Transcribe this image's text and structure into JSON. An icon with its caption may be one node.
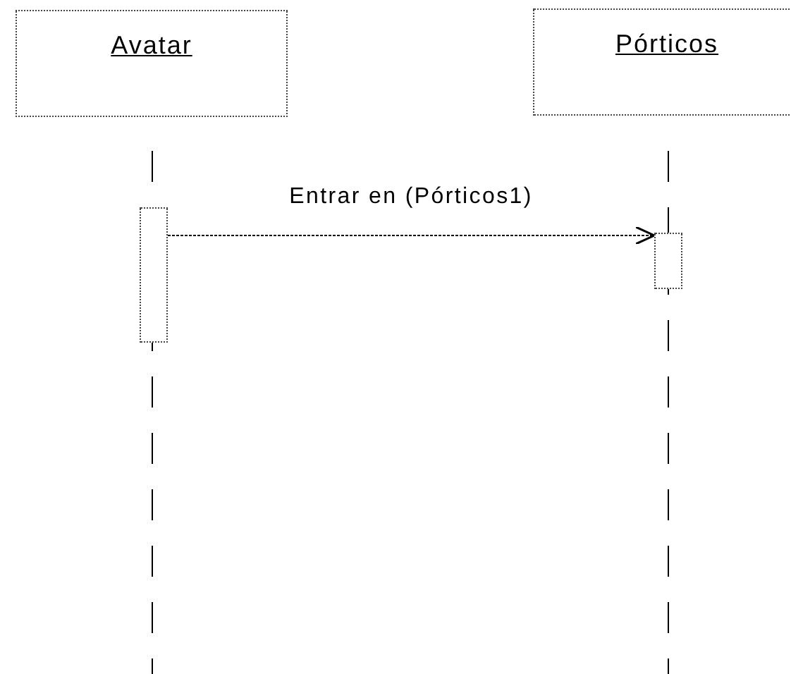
{
  "diagram": {
    "nodes": [
      {
        "text": [
          "Avatar"
        ]
      },
      {
        "text": [
          "Pórticos"
        ]
      },
      {
        "text": [],
        "shape": "bar"
      },
      {
        "text": [],
        "shape": "bar"
      }
    ],
    "edges": [
      {
        "from": 2,
        "to": 3,
        "arrow": "to",
        "label": "Entrar en (Pórticos1)",
        "style": "dashed"
      }
    ]
  }
}
